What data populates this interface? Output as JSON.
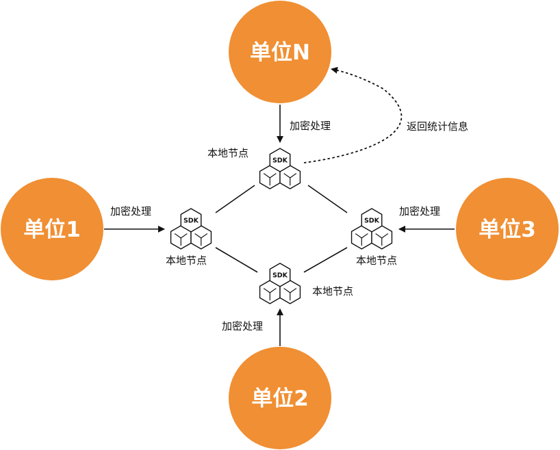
{
  "colors": {
    "unit_fill": "#F08F33",
    "line": "#111111",
    "text": "#111111"
  },
  "units": [
    {
      "id": "unit-n",
      "label": "单位N"
    },
    {
      "id": "unit-1",
      "label": "单位1"
    },
    {
      "id": "unit-2",
      "label": "单位2"
    },
    {
      "id": "unit-3",
      "label": "单位3"
    }
  ],
  "nodes": [
    {
      "id": "node-top",
      "sdk": "SDK",
      "label": "本地节点"
    },
    {
      "id": "node-left",
      "sdk": "SDK",
      "label": "本地节点"
    },
    {
      "id": "node-bottom",
      "sdk": "SDK",
      "label": "本地节点"
    },
    {
      "id": "node-right",
      "sdk": "SDK",
      "label": "本地节点"
    }
  ],
  "edges": {
    "encrypt_label": "加密处理",
    "return_label": "返回统计信息"
  },
  "icons": {
    "node_icon": "sdk-cube-cluster-icon"
  }
}
